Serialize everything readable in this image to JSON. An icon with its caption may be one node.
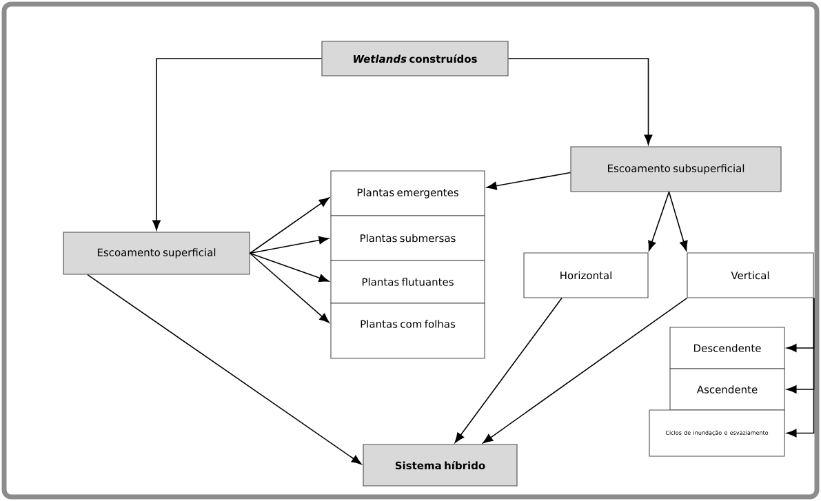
{
  "diagram": {
    "nodes": [
      {
        "text": [
          "*Wetlands* construídos"
        ]
      },
      {
        "text": [
          "Escoamento subsuperficial"
        ]
      },
      {
        "text": [
          "Escoamento superficial"
        ]
      },
      {
        "text": [
          "Plantas emergentes"
        ]
      },
      {
        "text": [
          "Plantas submersas"
        ]
      },
      {
        "text": [
          "Plantas flutuantes"
        ]
      },
      {
        "text": [
          "Plantas com folhas"
        ]
      },
      {
        "text": [
          "Horizontal"
        ]
      },
      {
        "text": [
          "Vertical"
        ]
      },
      {
        "text": [
          "Descendente"
        ]
      },
      {
        "text": [
          "Ascendente"
        ]
      },
      {
        "text": [
          "Ciclos de inundação e esvaziamento"
        ]
      },
      {
        "text": [
          "Sistema híbrido"
        ]
      }
    ],
    "edges": [
      {
        "from": 0,
        "to": 2,
        "arrow": "to"
      },
      {
        "from": 0,
        "to": 1,
        "arrow": "to"
      },
      {
        "from": 1,
        "to": 3,
        "arrow": "to"
      },
      {
        "from": 2,
        "to": 3,
        "arrow": "to"
      },
      {
        "from": 2,
        "to": 4,
        "arrow": "to"
      },
      {
        "from": 2,
        "to": 5,
        "arrow": "to"
      },
      {
        "from": 2,
        "to": 6,
        "arrow": "to"
      },
      {
        "from": 1,
        "to": 7,
        "arrow": "to"
      },
      {
        "from": 1,
        "to": 8,
        "arrow": "to"
      },
      {
        "from": 8,
        "to": 9,
        "arrow": "to"
      },
      {
        "from": 8,
        "to": 10,
        "arrow": "to"
      },
      {
        "from": 8,
        "to": 11,
        "arrow": "to"
      },
      {
        "from": 2,
        "to": 12,
        "arrow": "to"
      },
      {
        "from": 7,
        "to": 12,
        "arrow": "to"
      },
      {
        "from": 8,
        "to": 12,
        "arrow": "to"
      }
    ]
  }
}
